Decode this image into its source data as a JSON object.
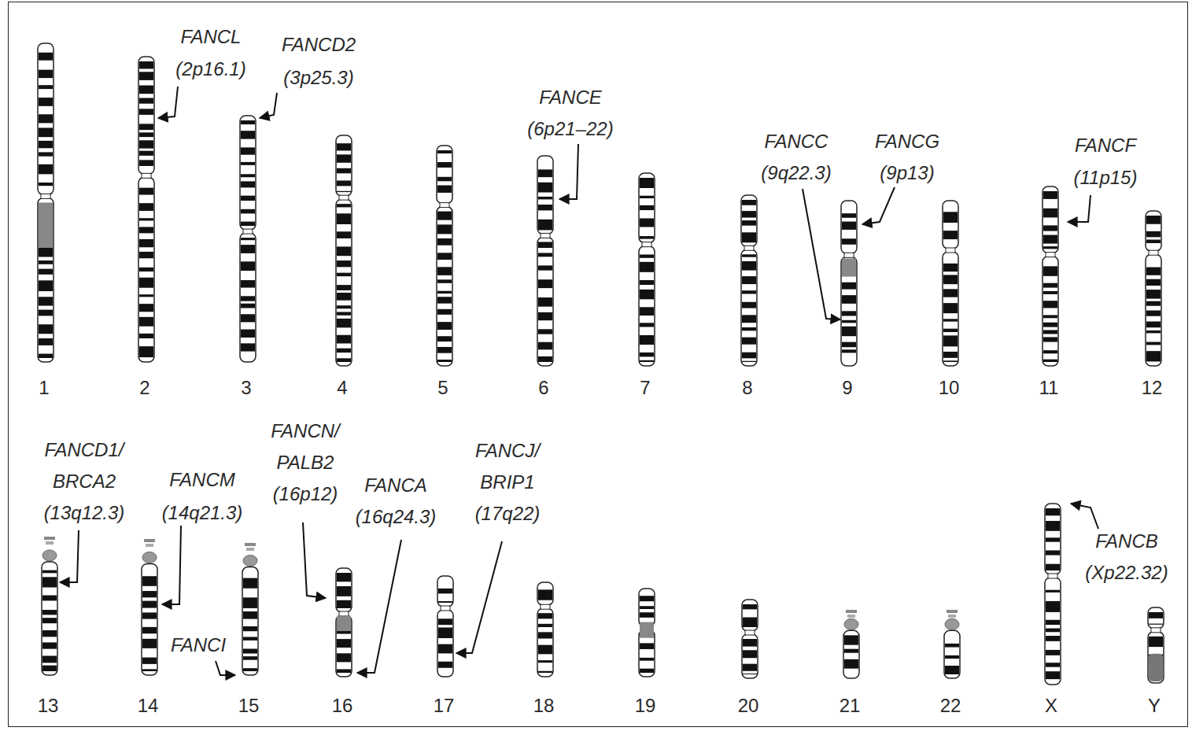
{
  "diagram": {
    "labels": [
      "FANCL",
      "(2p16.1)",
      "FANCD2",
      "(3p25.3)",
      "FANCE",
      "(6p21–22)",
      "FANCC",
      "(9q22.3)",
      "FANCG",
      "(9p13)",
      "FANCF",
      "(11p15)",
      "FANCD1/ BRCA2",
      "(13q12.3)",
      "FANCM",
      "(14q21.3)",
      "FANCN/ PALB2",
      "(16p12)",
      "FANCA",
      "(16q24.3)",
      "FANCJ/ BRIP1",
      "(17q22)",
      "FANCI",
      "FANCB",
      "(Xp22.32)",
      "1",
      "2",
      "3",
      "4",
      "5",
      "6",
      "7",
      "8",
      "9",
      "10",
      "11",
      "12",
      "13",
      "14",
      "15",
      "16",
      "17",
      "18",
      "19",
      "20",
      "21",
      "22",
      "X",
      "Y"
    ]
  }
}
